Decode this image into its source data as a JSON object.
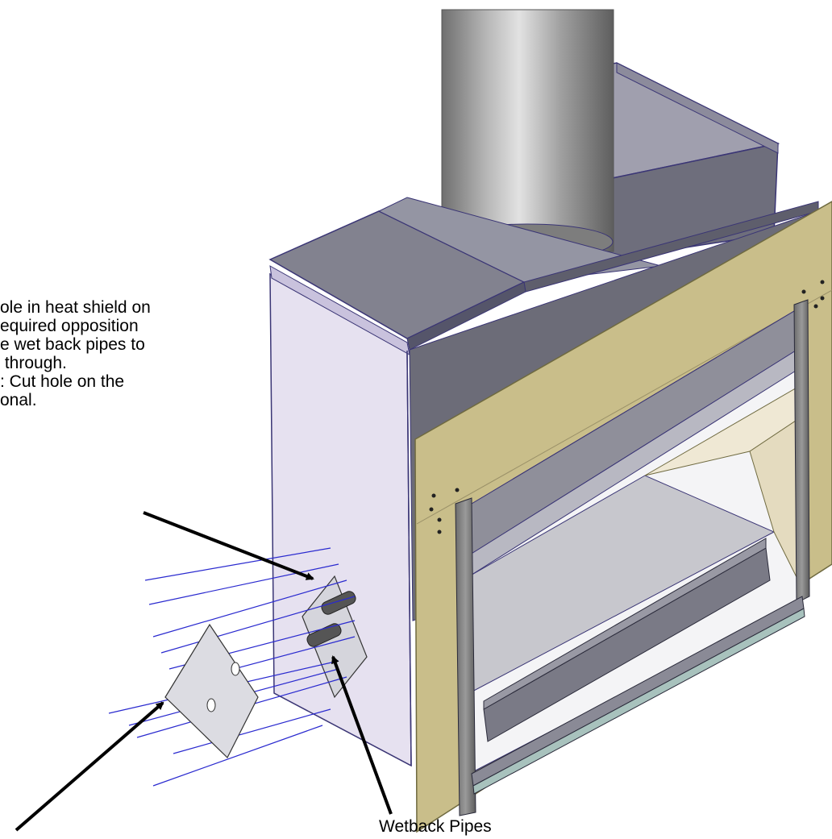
{
  "annotations": {
    "heat_shield_note": [
      "ole in heat shield on",
      "equired opposition",
      "e wet back pipes to",
      " through.",
      ": Cut hole on the",
      "onal."
    ],
    "bottom_label": "Wetback Pipes"
  },
  "colors": {
    "outline": "#3a3575",
    "side_panel": "#e6e1f0",
    "top_panel": "#7a7a88",
    "front_panel": "#c9be8a",
    "flue": "#8a8a8a",
    "assembly_lines": "#2a2acf",
    "arrows": "#000000"
  }
}
